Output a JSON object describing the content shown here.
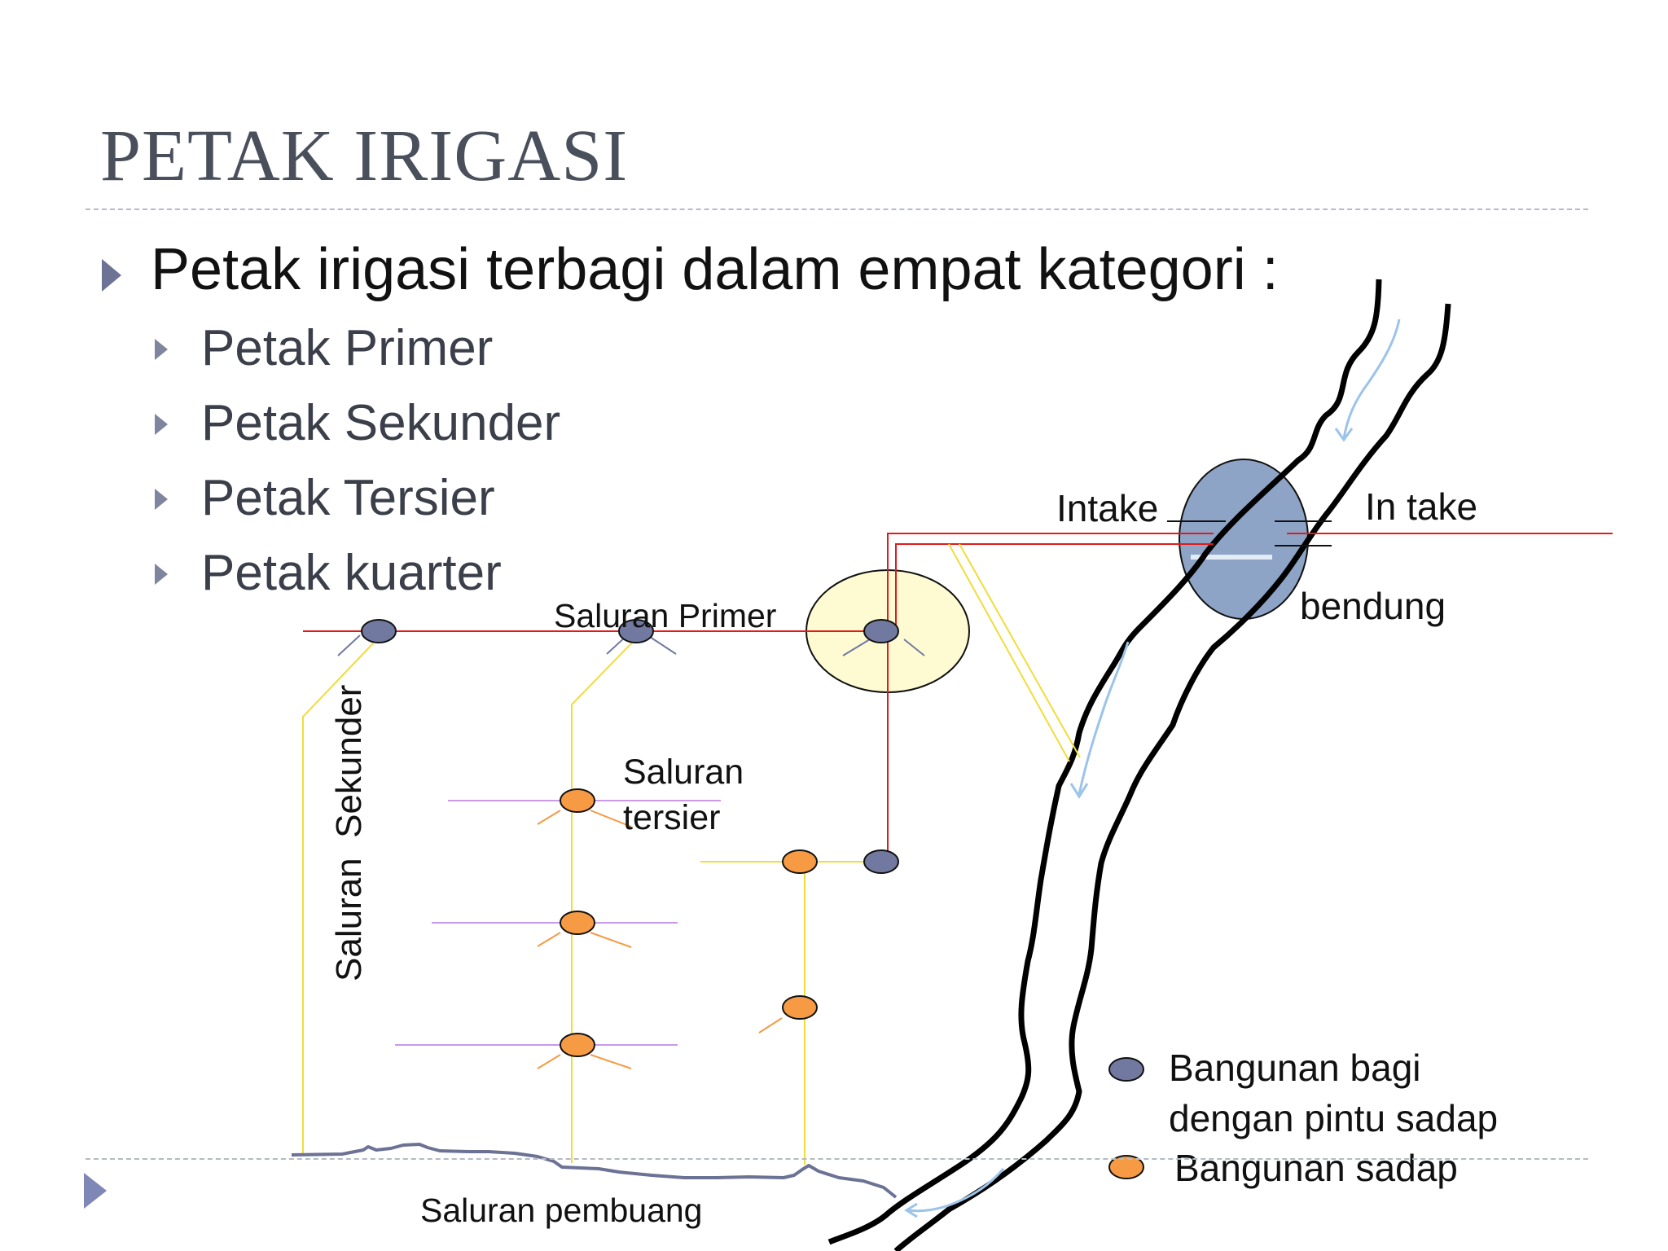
{
  "title": "PETAK IRIGASI",
  "main_bullet": "Petak irigasi terbagi dalam empat kategori :",
  "sub_bullets": [
    "Petak Primer",
    "Petak Sekunder",
    "Petak Tersier",
    "Petak kuarter"
  ],
  "diagram": {
    "labels": {
      "intake_left": "Intake",
      "intake_right": "In take",
      "bendung": "bendung",
      "saluran_primer": "Saluran Primer",
      "saluran_sekunder": "Saluran  Sekunder",
      "saluran_tersier_1": "Saluran",
      "saluran_tersier_2": "tersier",
      "saluran_pembuang": "Saluran pembuang"
    },
    "legend": [
      {
        "label_lines": [
          "Bangunan bagi",
          "dengan pintu sadap"
        ],
        "color": "#7279a0"
      },
      {
        "label_lines": [
          "Bangunan sadap"
        ],
        "color": "#f79a44"
      }
    ],
    "colors": {
      "primary_canal": "#e01b1b",
      "secondary_canal": "#f2dc3a",
      "quarter_canal": "#c99be6",
      "drain": "#6b7294",
      "river_bank": "#000000",
      "flow_arrow": "#9cc3ea",
      "bendung_fill": "#8ea4c6",
      "primer_area_fill": "#fefbd3",
      "node_bagi": "#7279a0",
      "node_sadap": "#f79a44"
    }
  }
}
